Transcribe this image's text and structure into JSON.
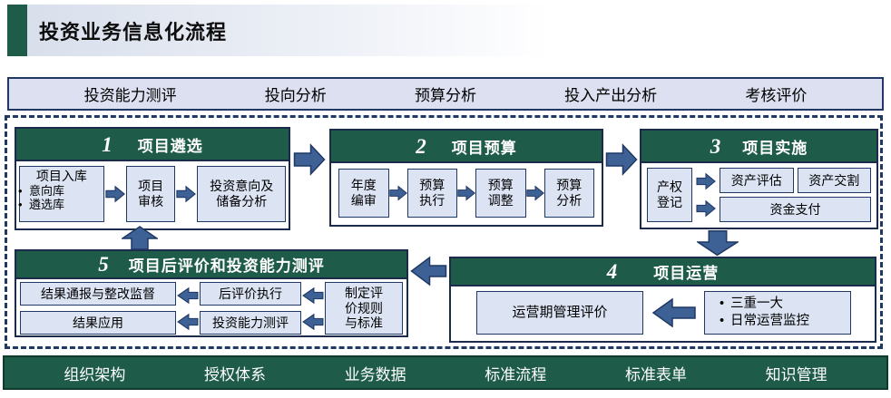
{
  "header": {
    "title": "投资业务信息化流程"
  },
  "top_bar": {
    "items": [
      "投资能力测评",
      "投向分析",
      "预算分析",
      "投入产出分析",
      "考核评价"
    ]
  },
  "flow": {
    "step1": {
      "num": "1",
      "title": "项目遴选",
      "intake": {
        "title": "项目入库",
        "bullets": [
          "意向库",
          "遴选库"
        ]
      },
      "review": "项目审核",
      "analysis": "投资意向及储备分析"
    },
    "step2": {
      "num": "2",
      "title": "项目预算",
      "items": [
        "年度编审",
        "预算执行",
        "预算调整",
        "预算分析"
      ]
    },
    "step3": {
      "num": "3",
      "title": "项目实施",
      "property_reg": "产权登记",
      "asset_eval": "资产评估",
      "asset_delivery": "资产交割",
      "payment": "资金支付"
    },
    "step4": {
      "num": "4",
      "title": "项目运营",
      "op_eval": "运营期管理评价",
      "bullets": [
        "三重一大",
        "日常运营监控"
      ]
    },
    "step5": {
      "num": "5",
      "title": "项目后评价和投资能力测评",
      "notify": "结果通报与整改监督",
      "exec": "后评价执行",
      "apply": "结果应用",
      "ability": "投资能力测评",
      "rules": "制定评价规则与标准"
    }
  },
  "bottom_bar": {
    "items": [
      "组织架构",
      "授权体系",
      "业务数据",
      "标准流程",
      "标准表单",
      "知识管理"
    ]
  },
  "colors": {
    "header_green": "#1e5c49",
    "navy_border": "#1f3864",
    "arrow_blue": "#3e6195",
    "box_fill": "#dce4f4",
    "tab_fill": "#dce0f0"
  }
}
